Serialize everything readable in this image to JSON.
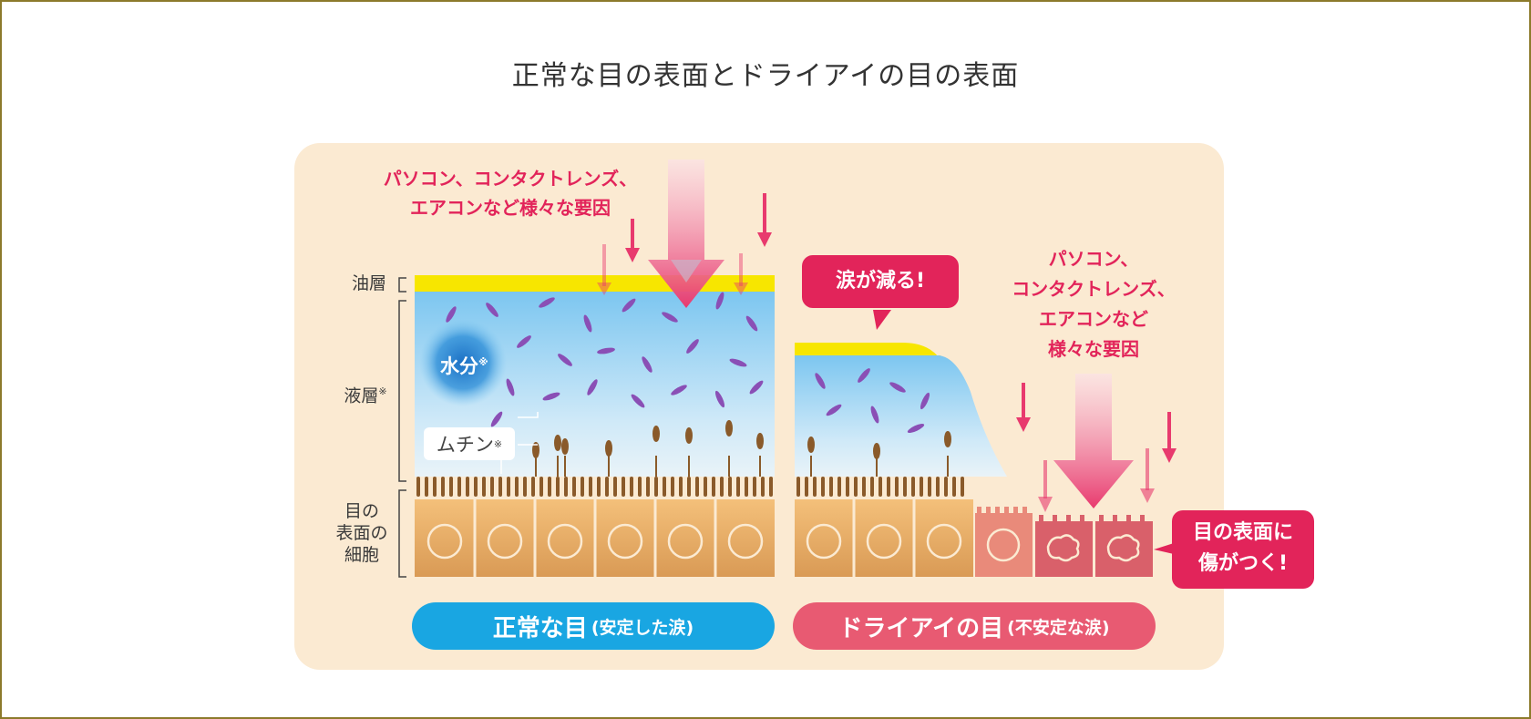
{
  "title": "正常な目の表面とドライアイの目の表面",
  "layers": {
    "oil": "油層",
    "liquid": "液層",
    "liquid_mark": "※",
    "cells_line1": "目の",
    "cells_line2": "表面の",
    "cells_line3": "細胞"
  },
  "labels": {
    "water": "水分",
    "water_mark": "※",
    "mucin": "ムチン",
    "mucin_mark": "※"
  },
  "causes_left": {
    "line1": "パソコン、コンタクトレンズ、",
    "line2": "エアコンなど様々な要因"
  },
  "causes_right": {
    "line1": "パソコン、",
    "line2": "コンタクトレンズ、",
    "line3": "エアコンなど",
    "line4": "様々な要因"
  },
  "callouts": {
    "tears_decrease": "涙が減る!",
    "damage_line1": "目の表面に",
    "damage_line2": "傷がつく!"
  },
  "captions": {
    "normal_main": "正常な目",
    "normal_sub": "(安定した涙)",
    "dry_main": "ドライアイの目",
    "dry_sub": "(不安定な涙)"
  },
  "colors": {
    "normal_pill": "#19a6e2",
    "dry_pill": "#e85a72",
    "cause_text": "#e2245a",
    "oil_layer": "#f7e600",
    "liquid_layer": "#8fd0f3",
    "cells": "#e6a45e"
  }
}
